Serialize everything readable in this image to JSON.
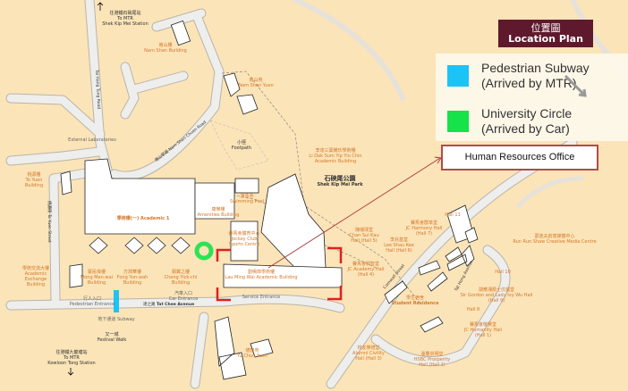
{
  "title": {
    "zh": "位置圖",
    "en": "Location Plan"
  },
  "legend": [
    {
      "label_1": "Pedestrian Subway",
      "label_2": "(Arrived by MTR)",
      "color": "#1cc3f5"
    },
    {
      "label_1": "University Circle",
      "label_2": "(Arrived by Car)",
      "color": "#16e24a"
    }
  ],
  "callout": {
    "label": "Human Resources Office",
    "color": "#b04b4b"
  },
  "highlight_color": "#e02020",
  "directions": {
    "to_skm": {
      "zh": "往港鐵石硤尾站",
      "en1": "To MTR",
      "en2": "Shek Kip Mei Station"
    },
    "to_kt": {
      "zh": "往港鐵九龍塘站",
      "en1": "To MTR",
      "en2": "Kowloon Tong Station"
    }
  },
  "buildings": {
    "nam_shan_building": {
      "zh": "南山樓",
      "en": "Nam Shan Building"
    },
    "nam_shan_yuen": {
      "zh": "南山苑",
      "en": "Nam Shan Yuen"
    },
    "external_lab": {
      "en": "External Laboratories"
    },
    "to_yuen": {
      "zh": "桃源樓",
      "en1": "To Yuen",
      "en2": "Building"
    },
    "academic_1": {
      "zh": "學術樓(一)",
      "en": "Academic 1"
    },
    "amenities": {
      "zh": "康樂樓",
      "en": "Amenities Building"
    },
    "swimming_pool": {
      "zh": "游泳池",
      "en": "Swimming Pool"
    },
    "sports_centre": {
      "zh": "賽馬會體育中心",
      "en1": "Jockey Club",
      "en2": "Sports Centre"
    },
    "li_dak_sum": {
      "zh": "李達三葉耀珍學術樓",
      "en1": "Li Dak Sum Yip Yio Chin",
      "en2": "Academic Building"
    },
    "shek_kip_mei_park": {
      "zh": "石硤尾公園",
      "en": "Shek Kip Mei Park"
    },
    "academic_exchange": {
      "zh": "學術交流大樓",
      "en1": "Academic",
      "en2": "Exchange",
      "en3": "Building"
    },
    "mong_man_wai": {
      "zh": "蒙民偉樓",
      "en1": "Mong Man-wai",
      "en2": "Building"
    },
    "fong_yun_wah": {
      "zh": "方潤華樓",
      "en1": "Fong Yun-wah",
      "en2": "Building"
    },
    "cheng_yick_chi": {
      "zh": "鄭翼之樓",
      "en1": "Cheng Yick-chi",
      "en2": "Building"
    },
    "lau_ming_wai": {
      "zh": "劉鳴煒學術樓",
      "en": "Lau Ming Wai Academic Building"
    },
    "festival_walk": {
      "zh": "又一城",
      "en": "Festival Walk"
    },
    "yu_chun_yuen": {
      "zh": "德智苑",
      "en": "Yu Chun Yuen"
    },
    "run_run_shaw": {
      "zh": "邵逸夫創意媒體中心",
      "en": "Run Run Shaw Creative Media Centre"
    },
    "student_residence": {
      "zh": "學生宿舍",
      "en": "Student Residence"
    },
    "hall_1": {
      "zh": "賽馬會敬賢堂",
      "en1": "JC Humanity Hall",
      "en2": "(Hall 1)"
    },
    "hall_2": {
      "zh": "滙豐崇明堂",
      "en1": "HSBC Prosperity",
      "en2": "Hall (Hall 2)"
    },
    "hall_3": {
      "zh": "校友樂禮堂",
      "en1": "Alumni Civility",
      "en2": "Hall (Hall 3)"
    },
    "hall_4": {
      "zh": "賽馬會駿智堂",
      "en1": "JC Academy Hall",
      "en2": "(Hall 4)"
    },
    "hall_5": {
      "zh": "陳瑞球堂",
      "en1": "Chan Sui Kau",
      "en2": "Hall (Hall 5)"
    },
    "hall_6": {
      "zh": "李兆基堂",
      "en1": "Lee Shau Kee",
      "en2": "Hall (Hall 6)"
    },
    "hall_7": {
      "zh": "賽馬會群萃堂",
      "en1": "JC Harmony Hall",
      "en2": "(Hall 7)"
    },
    "hall_8": {
      "en": "Hall 8"
    },
    "hall_9": {
      "zh": "胡應湘爵士伉儷堂",
      "en1": "Sir Gordon and Lady Ivy Wu Hall",
      "en2": "(Hall 9)"
    },
    "hall_10": {
      "en": "Hall 10"
    },
    "hall_11": {
      "en": "Hall 11"
    }
  },
  "roads": {
    "tat_chee": {
      "zh": "達之路",
      "en": "Tat Chee Avenue"
    },
    "tai_hang_tung": {
      "en": "Tai Hang Tung Road"
    },
    "nam_shan_chuen": {
      "zh": "南山邨道",
      "en": "Nam Shan Chuen Road"
    },
    "to_yuen_street": {
      "zh": "桃源街",
      "en": "To Yuen Street"
    },
    "cornwall": {
      "en": "Cornwall Street"
    },
    "tat_hong": {
      "en": "Tat Hong Avenue"
    },
    "footpath": {
      "zh": "小徑",
      "en": "Footpath"
    },
    "pedestrian_entrance": {
      "zh": "行人入口",
      "en": "Pedestrian Entrance"
    },
    "car_entrance": {
      "zh": "汽車入口",
      "en": "Car Entrance"
    },
    "service_entrance": {
      "en": "Service Entrance"
    },
    "subway": {
      "zh": "地下通道",
      "en": "Subway"
    }
  }
}
